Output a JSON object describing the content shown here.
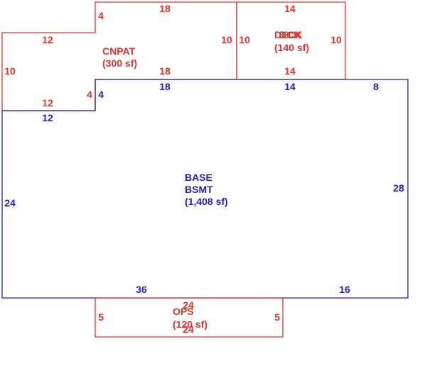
{
  "colors": {
    "red": "#e4322b",
    "blue": "#1f1fc8",
    "background": "#ffffff"
  },
  "areas": {
    "cnpat": {
      "code": "CNPAT",
      "area": "(300 sf)"
    },
    "dck": {
      "code": "DECK",
      "overlap_code": "DCK",
      "area": "(140 sf)"
    },
    "base": {
      "code": "BASE",
      "name": "BSMT",
      "area": "(1,408 sf)"
    },
    "ops": {
      "code": "OPS",
      "area": "(120 sf)"
    }
  },
  "dims": {
    "cnpat_top": "18",
    "cnpat_step_top": "4",
    "cnpat_left_top": "12",
    "cnpat_left": "10",
    "cnpat_left_bottom": "12",
    "cnpat_step_bottom": "4",
    "cnpat_right": "10",
    "cnpat_bottom": "18",
    "deck_top": "14",
    "deck_left": "10",
    "deck_right": "10",
    "deck_bottom": "14",
    "base_step_right": "4",
    "base_top_left": "18",
    "base_top_mid": "14",
    "base_top_right": "8",
    "base_step_bottom": "12",
    "base_left": "24",
    "base_right": "28",
    "base_bottom_left": "36",
    "base_bottom_right": "16",
    "ops_top": "24",
    "ops_left": "5",
    "ops_right": "5",
    "ops_bottom": "24"
  }
}
